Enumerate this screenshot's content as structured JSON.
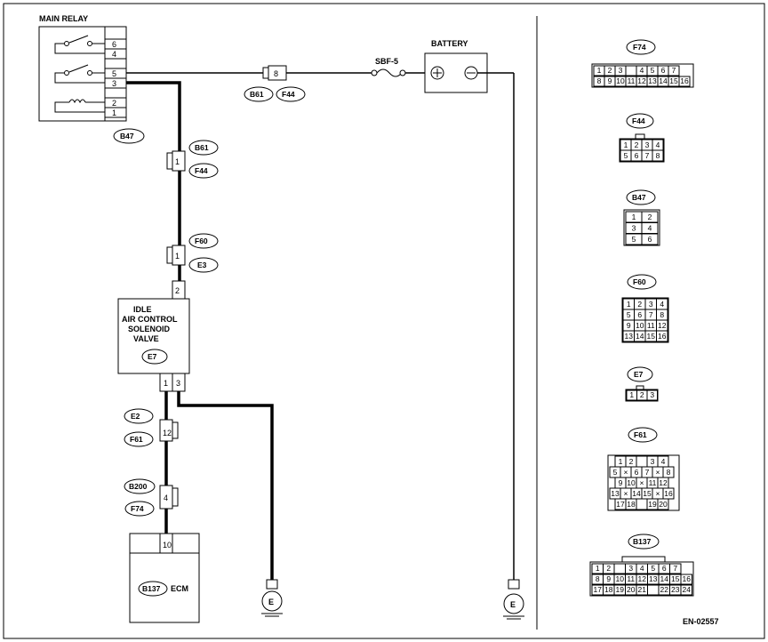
{
  "main_relay": {
    "title": "MAIN RELAY",
    "pins": [
      "6",
      "4",
      "5",
      "3",
      "2",
      "1"
    ],
    "connector": "B47"
  },
  "battery": {
    "title": "BATTERY",
    "plus": "⊕",
    "minus": "⊖"
  },
  "fuse": {
    "label": "SBF-5"
  },
  "conn_b61_f44_top": {
    "pin": "8",
    "left": "B61",
    "right": "F44"
  },
  "conn_b61_f44_mid": {
    "pin": "1",
    "top": "B61",
    "bottom": "F44"
  },
  "conn_f60_e3": {
    "pin": "1",
    "top": "F60",
    "bottom": "E3"
  },
  "iacv": {
    "lines": [
      "IDLE",
      "AIR CONTROL",
      "SOLENOID",
      "VALVE"
    ],
    "ref": "E7",
    "pin_top": "2",
    "pin_left": "1",
    "pin_right": "3"
  },
  "conn_e2_f61": {
    "pin": "12",
    "top": "E2",
    "bottom": "F61"
  },
  "conn_b200_f74": {
    "pin": "4",
    "top": "B200",
    "bottom": "F74"
  },
  "ecm": {
    "label": "ECM",
    "ref": "B137",
    "pin": "10"
  },
  "ground_left": {
    "label": "E"
  },
  "ground_right": {
    "label": "E"
  },
  "figure_code": "EN-02557",
  "connector_views": {
    "F74": {
      "title": "F74",
      "row1": [
        "1",
        "2",
        "3",
        "",
        "4",
        "5",
        "6",
        "7"
      ],
      "row2": [
        "8",
        "9",
        "10",
        "11",
        "12",
        "13",
        "14",
        "15",
        "16"
      ]
    },
    "F44": {
      "title": "F44",
      "row1": [
        "1",
        "2",
        "3",
        "4"
      ],
      "row2": [
        "5",
        "6",
        "7",
        "8"
      ]
    },
    "B47": {
      "title": "B47",
      "rows": [
        [
          "1",
          "2"
        ],
        [
          "3",
          "4"
        ],
        [
          "5",
          "6"
        ]
      ]
    },
    "F60": {
      "title": "F60",
      "rows": [
        [
          "1",
          "2",
          "3",
          "4"
        ],
        [
          "5",
          "6",
          "7",
          "8"
        ],
        [
          "9",
          "10",
          "11",
          "12"
        ],
        [
          "13",
          "14",
          "15",
          "16"
        ]
      ]
    },
    "E7": {
      "title": "E7",
      "row": [
        "1",
        "2",
        "3"
      ]
    },
    "F61": {
      "title": "F61",
      "rows": [
        [
          "1",
          "2",
          "",
          "3",
          "4"
        ],
        [
          "5",
          "×",
          "6",
          "7",
          "×",
          "8"
        ],
        [
          "9",
          "10",
          "×",
          "11",
          "12"
        ],
        [
          "13",
          "×",
          "14",
          "15",
          "×",
          "16"
        ],
        [
          "17",
          "18",
          "",
          "19",
          "20"
        ]
      ]
    },
    "B137": {
      "title": "B137",
      "row1": [
        "1",
        "2",
        "",
        "3",
        "4",
        "5",
        "6",
        "7"
      ],
      "row2": [
        "8",
        "9",
        "10",
        "11",
        "12",
        "13",
        "14",
        "15",
        "16"
      ],
      "row3": [
        "17",
        "18",
        "19",
        "20",
        "21",
        "",
        "22",
        "23",
        "24"
      ]
    }
  }
}
